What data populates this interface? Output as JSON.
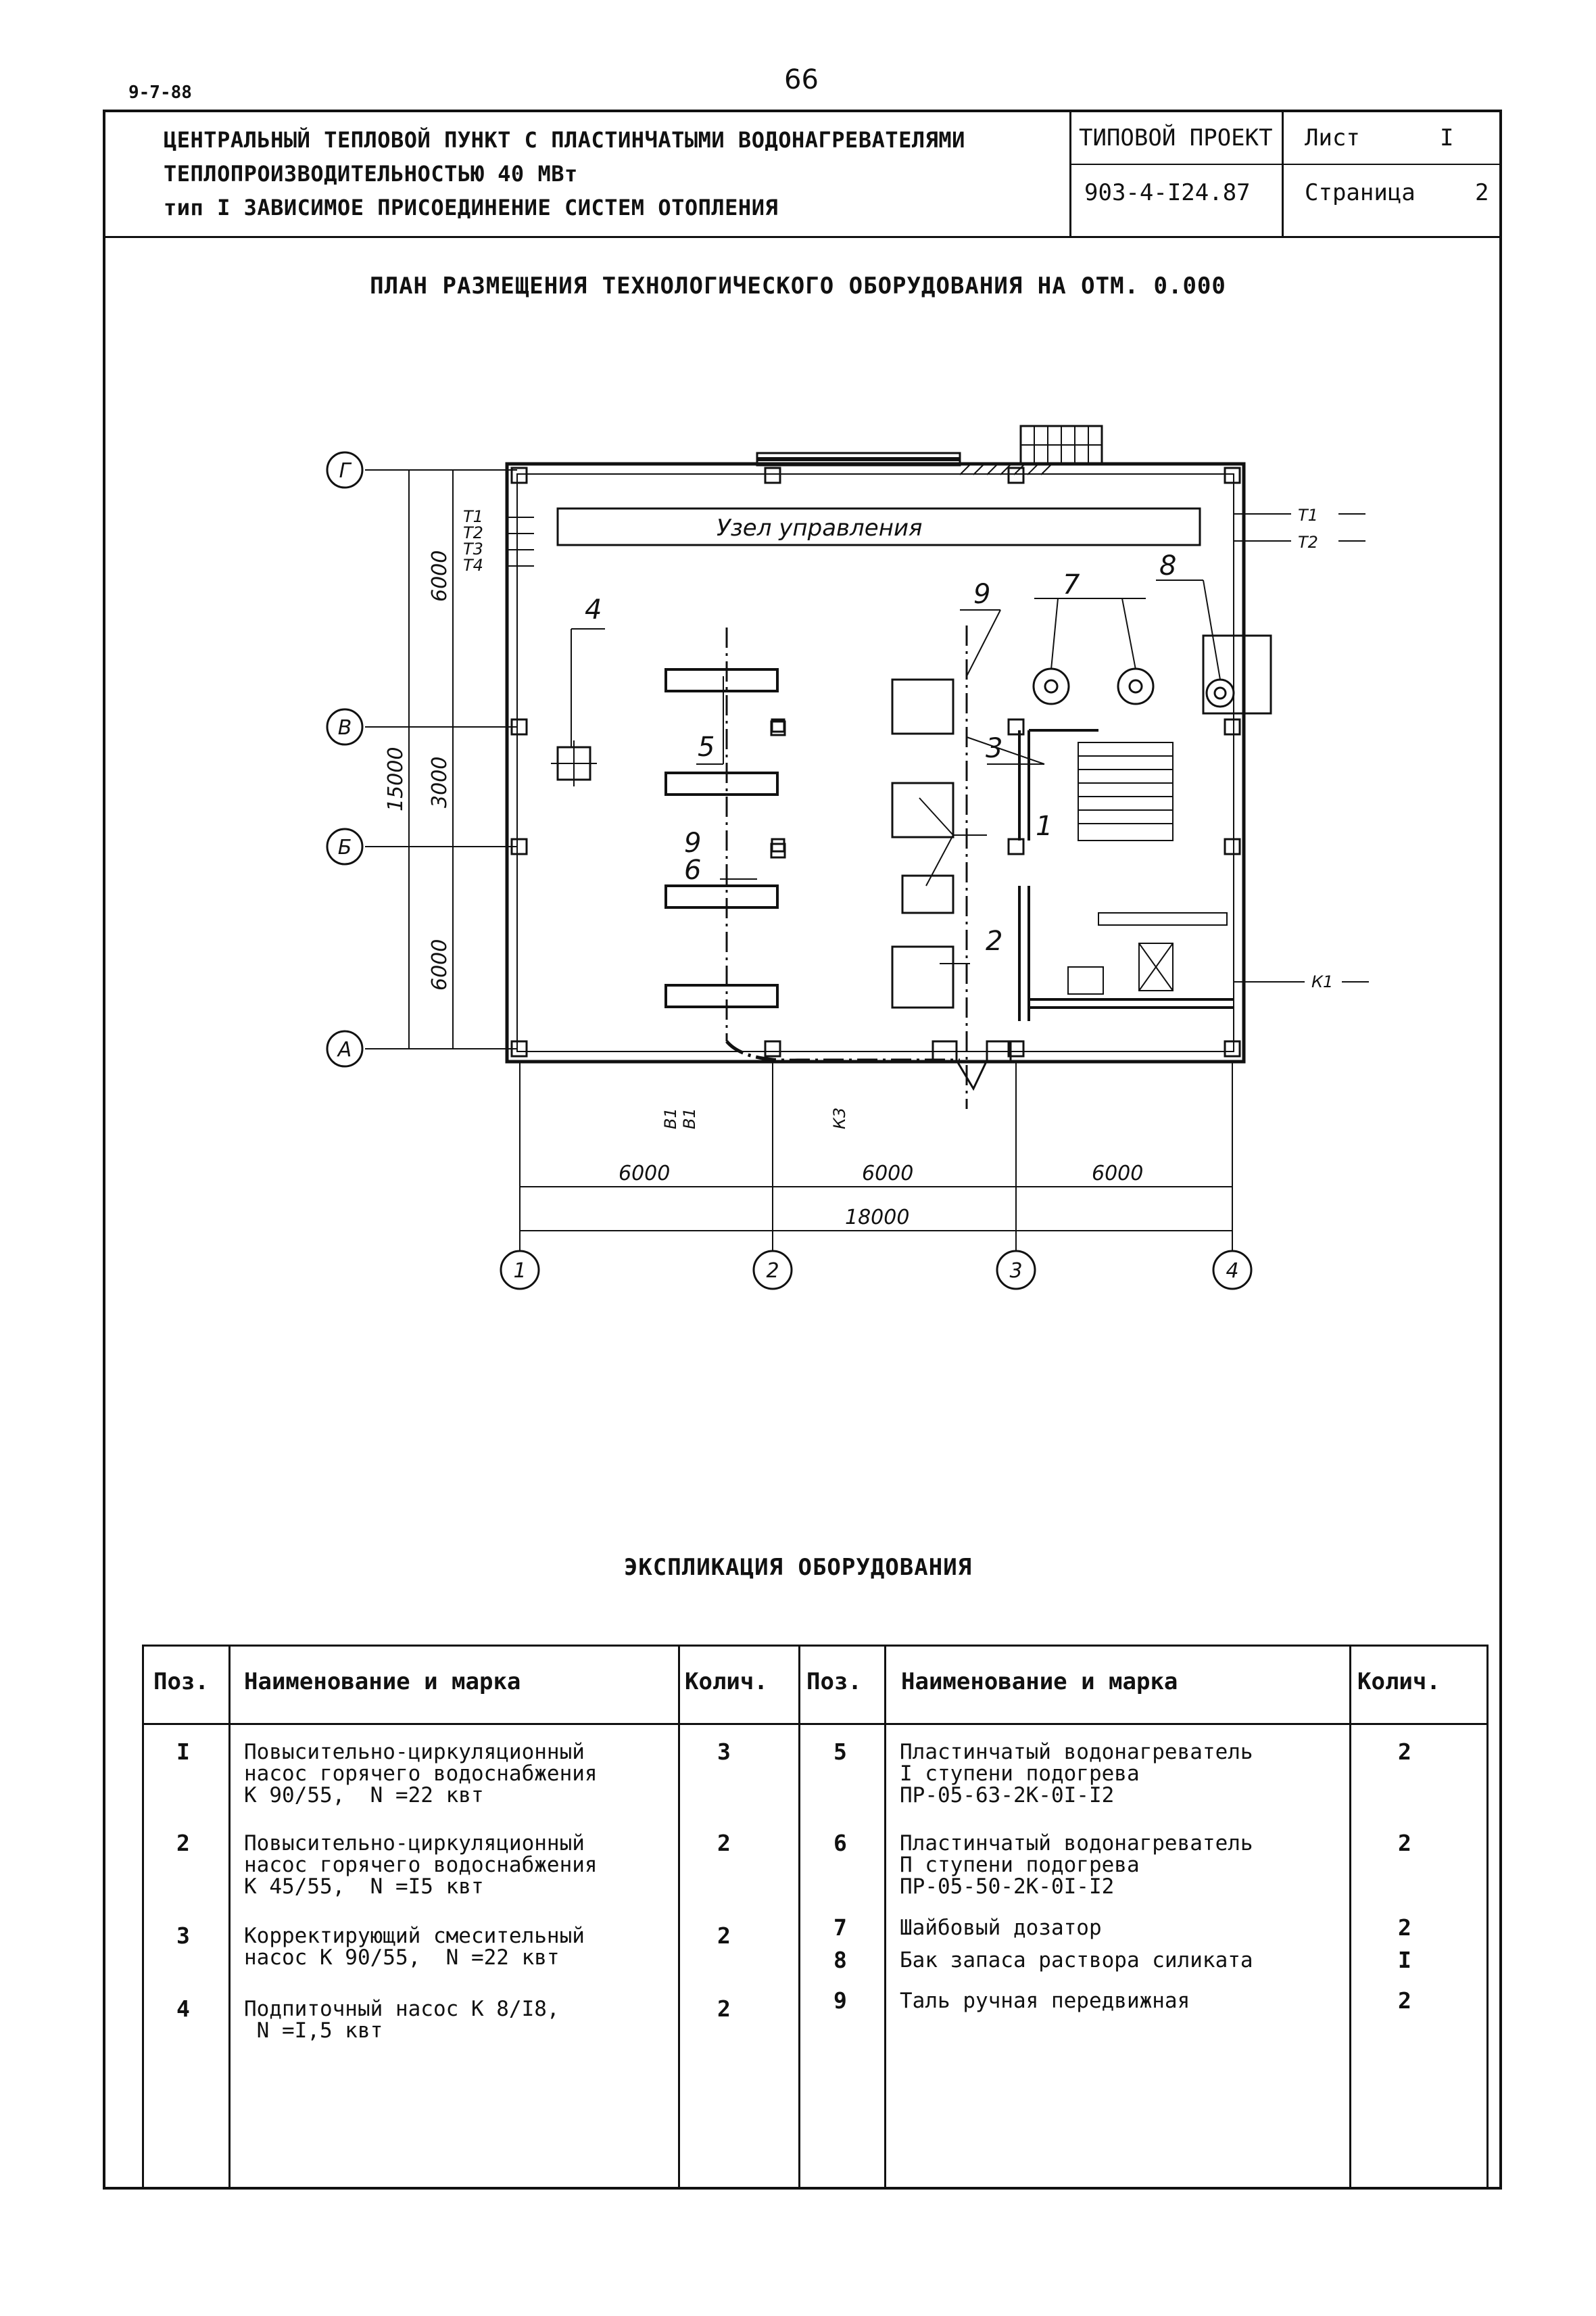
{
  "doc_code": "9-7-88",
  "page_number": "66",
  "title_block": {
    "title_lines": [
      "ЦЕНТРАЛЬНЫЙ ТЕПЛОВОЙ ПУНКТ С ПЛАСТИНЧАТЫМИ ВОДОНАГРЕВАТЕЛЯМИ",
      "ТЕПЛОПРОИЗВОДИТЕЛЬНОСТЬЮ 40 МВт",
      "тип I ЗАВИСИМОЕ ПРИСОЕДИНЕНИЕ СИСТЕМ ОТОПЛЕНИЯ"
    ],
    "project_label": "ТИПОВОЙ ПРОЕКТ",
    "project_number": "903-4-I24.87",
    "sheet_label": "Лист",
    "sheet_value": "I",
    "page_label": "Страница",
    "page_value": "2"
  },
  "plan": {
    "title": "ПЛАН РАЗМЕЩЕНИЯ ТЕХНОЛОГИЧЕСКОГО ОБОРУДОВАНИЯ НА ОТМ. 0.000",
    "control_unit_label": "Узел управления",
    "axes_rows": [
      "Г",
      "В",
      "Б",
      "А"
    ],
    "axes_cols": [
      "1",
      "2",
      "3",
      "4"
    ],
    "dims_vertical": [
      "6000",
      "3000",
      "6000"
    ],
    "dim_total_vertical": "15000",
    "dims_horizontal": [
      "6000",
      "6000",
      "6000"
    ],
    "dim_total_horizontal": "18000",
    "pipes_left": [
      "Т1",
      "Т2",
      "Т3",
      "Т4"
    ],
    "pipes_right": [
      "Т1",
      "Т2"
    ],
    "pipe_sewer": "К1",
    "pipes_bottom": [
      "В1",
      "В1",
      "К3"
    ],
    "position_labels": [
      "1",
      "2",
      "3",
      "4",
      "5",
      "6",
      "7",
      "8",
      "9",
      "9"
    ]
  },
  "explication": {
    "title": "ЭКСПЛИКАЦИЯ ОБОРУДОВАНИЯ",
    "headers": [
      "Поз.",
      "Наименование и марка",
      "Колич.",
      "Поз.",
      "Наименование и марка",
      "Колич."
    ],
    "left_rows": [
      {
        "pos": "I",
        "name": "Повысительно-циркуляционный\nнасос горячего водоснабжения\nК 90/55,  N =22 квт",
        "qty": "3"
      },
      {
        "pos": "2",
        "name": "Повысительно-циркуляционный\nнасос горячего водоснабжения\nК 45/55,  N =I5 квт",
        "qty": "2"
      },
      {
        "pos": "3",
        "name": "Корректирующий смесительный\nнасос К 90/55,  N =22 квт",
        "qty": "2"
      },
      {
        "pos": "4",
        "name": "Подпиточный насос К 8/I8,\n N =I,5 квт",
        "qty": "2"
      }
    ],
    "right_rows": [
      {
        "pos": "5",
        "name": "Пластинчатый водонагреватель\nI ступени подогрева\nПР-05-63-2К-0I-I2",
        "qty": "2"
      },
      {
        "pos": "6",
        "name": "Пластинчатый водонагреватель\nП ступени подогрева\nПР-05-50-2К-0I-I2",
        "qty": "2"
      },
      {
        "pos": "7",
        "name": "Шайбовый дозатор",
        "qty": "2"
      },
      {
        "pos": "8",
        "name": "Бак запаса раствора силиката",
        "qty": "I"
      },
      {
        "pos": "9",
        "name": "Таль ручная передвижная",
        "qty": "2"
      }
    ]
  }
}
